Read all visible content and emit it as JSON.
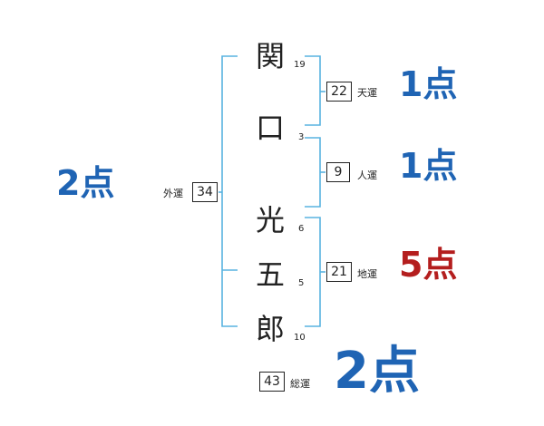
{
  "name_chars": [
    {
      "char": "関",
      "strokes": "19"
    },
    {
      "char": "口",
      "strokes": "3"
    },
    {
      "char": "光",
      "strokes": "6"
    },
    {
      "char": "五",
      "strokes": "5"
    },
    {
      "char": "郎",
      "strokes": "10"
    }
  ],
  "fortunes": {
    "ten": {
      "value": "22",
      "label": "天運",
      "score": "1点"
    },
    "jin": {
      "value": "9",
      "label": "人運",
      "score": "1点"
    },
    "chi": {
      "value": "21",
      "label": "地運",
      "score": "5点"
    },
    "gai": {
      "value": "34",
      "label": "外運",
      "score": "2点"
    },
    "sou": {
      "value": "43",
      "label": "総運",
      "score": "2点"
    }
  },
  "colors": {
    "blue_score": "#1f64b4",
    "red_score": "#b41e1e",
    "bracket": "#59b3e0"
  }
}
